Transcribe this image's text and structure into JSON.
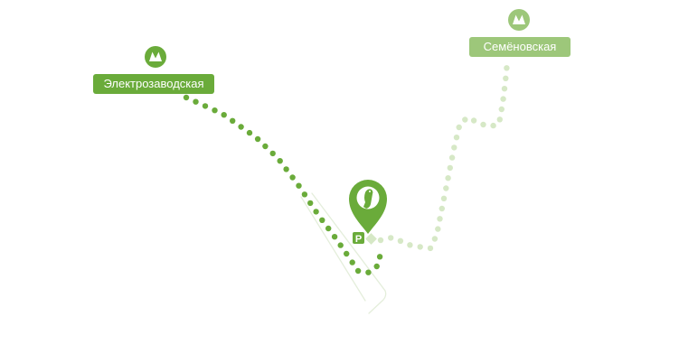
{
  "stations": [
    {
      "id": "elektrozavodskaya",
      "name": "Электрозаводская",
      "color": "#6aab3a",
      "icon": "metro-icon"
    },
    {
      "id": "semenovskaya",
      "name": "Семёновская",
      "color": "#9dc77a",
      "icon": "metro-icon"
    }
  ],
  "destination": {
    "icon": "parrot-icon",
    "color": "#6aab3a"
  },
  "parking": {
    "label": "P",
    "color": "#6aab3a"
  },
  "route_colors": {
    "primary": "#6aab3a",
    "secondary": "#d6e8c6",
    "road": "#e4eedb"
  }
}
